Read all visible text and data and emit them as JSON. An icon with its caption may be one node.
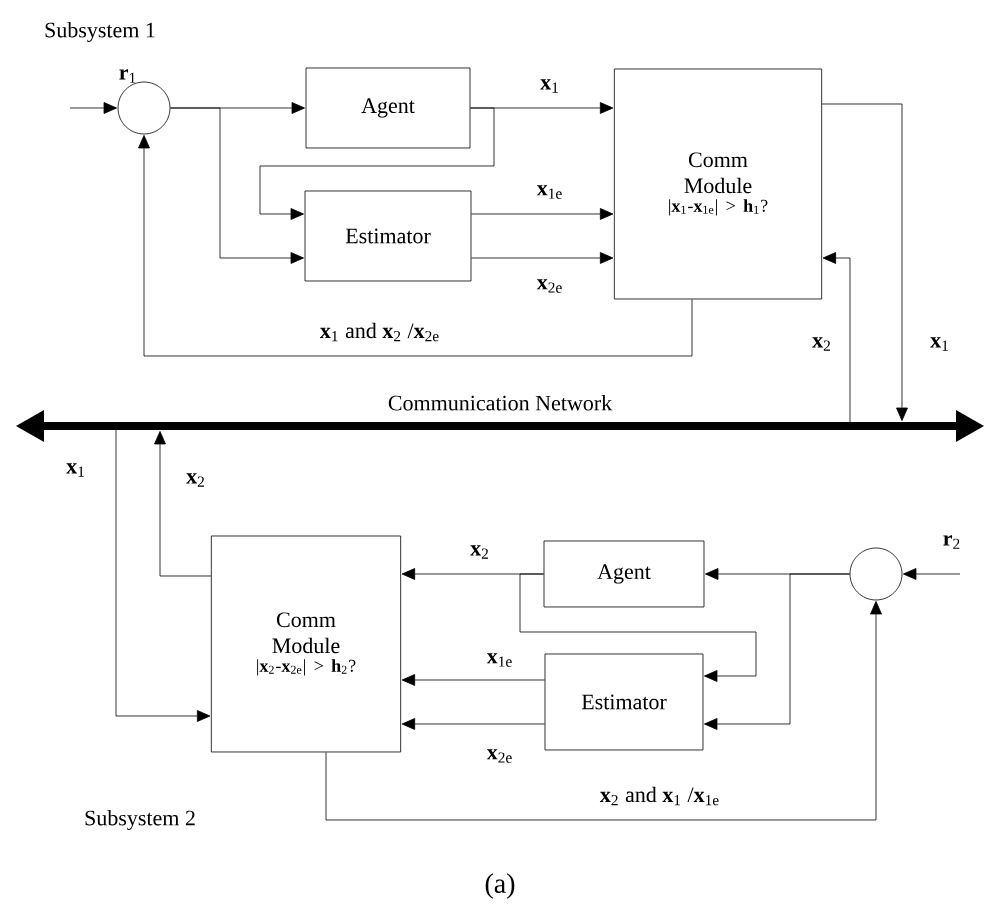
{
  "diagram": {
    "caption": "(a)",
    "nodes": [
      {
        "text": [],
        "shape": "circle",
        "beside": [
          "**r**$_{1}$"
        ]
      },
      {
        "text": [
          "Agent"
        ]
      },
      {
        "text": [
          "Estimator"
        ]
      },
      {
        "text": [
          "Comm Module",
          "|**x**$_{1}$-**x**$_{1e}$| > **h**$_{1}$?"
        ]
      },
      {
        "text": [
          "Communication Network"
        ]
      },
      {
        "text": [
          "Comm Module",
          "|**x**$_{2}$-**x**$_{2e}$| > **h**$_{2}$?"
        ]
      },
      {
        "text": [
          "Agent"
        ]
      },
      {
        "text": [
          "Estimator"
        ]
      },
      {
        "text": [],
        "shape": "circle",
        "beside": [
          "**r**$_{2}$"
        ]
      }
    ],
    "edges": [
      {
        "from": null,
        "to": 0,
        "arrow": "to"
      },
      {
        "from": 0,
        "to": 1,
        "arrow": "to"
      },
      {
        "from": 0,
        "to": 2,
        "arrow": "to"
      },
      {
        "from": 1,
        "to": 3,
        "arrow": "to",
        "label": "**x**$_{1}$"
      },
      {
        "from": 1,
        "to": 2,
        "arrow": "to"
      },
      {
        "from": 2,
        "to": 3,
        "arrow": "to",
        "label": "**x**$_{1e}$"
      },
      {
        "from": 2,
        "to": 3,
        "arrow": "to",
        "label": "**x**$_{2e}$"
      },
      {
        "from": 3,
        "to": 0,
        "arrow": "to",
        "label": "**x**$_{1}$ and **x**$_{2}$ /**x**$_{2e}$"
      },
      {
        "from": 3,
        "to": 4,
        "arrow": "to",
        "label": "**x**$_{1}$"
      },
      {
        "from": 4,
        "to": 3,
        "arrow": "to",
        "label": "**x**$_{2}$"
      },
      {
        "from": 4,
        "to": 5,
        "arrow": "to",
        "label": "**x**$_{1}$"
      },
      {
        "from": 5,
        "to": 4,
        "arrow": "to",
        "label": "**x**$_{2}$"
      },
      {
        "from": 6,
        "to": 5,
        "arrow": "to",
        "label": "**x**$_{2}$"
      },
      {
        "from": 6,
        "to": 7,
        "arrow": "to"
      },
      {
        "from": 7,
        "to": 5,
        "arrow": "to",
        "label": "**x**$_{1e}$"
      },
      {
        "from": 7,
        "to": 5,
        "arrow": "to",
        "label": "**x**$_{2e}$"
      },
      {
        "from": 8,
        "to": 6,
        "arrow": "to"
      },
      {
        "from": 8,
        "to": 7,
        "arrow": "to"
      },
      {
        "from": 5,
        "to": 8,
        "arrow": "to",
        "label": "**x**$_{2}$ and **x**$_{1}$ /**x**$_{1e}$"
      },
      {
        "from": null,
        "to": 8,
        "arrow": "to"
      }
    ],
    "labels": [
      "Subsystem 1",
      "Subsystem 2"
    ]
  }
}
